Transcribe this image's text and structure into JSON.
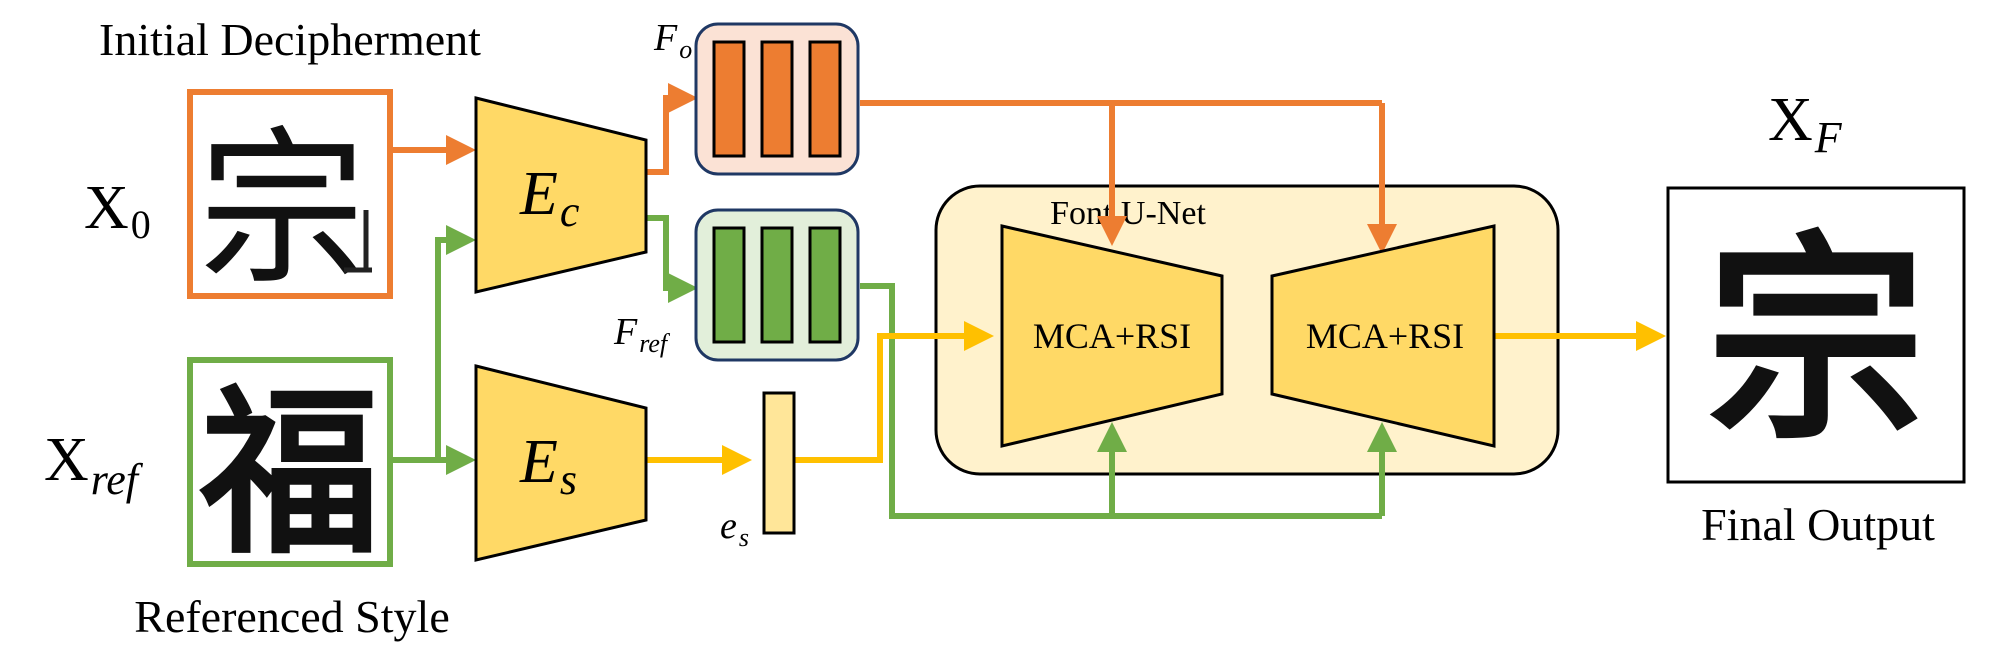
{
  "labels": {
    "initial_decipherment": "Initial Decipherment",
    "referenced_style": "Referenced Style",
    "final_output": "Final Output",
    "font_unet": "Font U-Net"
  },
  "inputs": {
    "x0": {
      "base": "X",
      "sub": "0",
      "char": "宗"
    },
    "xref": {
      "base": "X",
      "sub": "ref",
      "char": "福"
    }
  },
  "output": {
    "base": "X",
    "sub": "F",
    "char": "宗"
  },
  "encoders": {
    "content": {
      "base": "E",
      "sub": "c"
    },
    "style": {
      "base": "E",
      "sub": "s"
    }
  },
  "features": {
    "fo": {
      "base": "F",
      "sub": "o"
    },
    "fref": {
      "base": "F",
      "sub": "ref"
    },
    "es": {
      "base": "e",
      "sub": "s"
    }
  },
  "blocks": {
    "left": "MCA+RSI",
    "right": "MCA+RSI"
  },
  "colors": {
    "orange": "#ED7D31",
    "orange_fill": "#FBE2D5",
    "green": "#70AD47",
    "green_fill": "#E2EFDA",
    "yellow": "#FFC000",
    "encoder_fill": "#FFD966",
    "unet_fill": "#FFF2CC",
    "es_fill": "#FFE699",
    "dark_stroke": "#1F3864",
    "black": "#000000"
  }
}
